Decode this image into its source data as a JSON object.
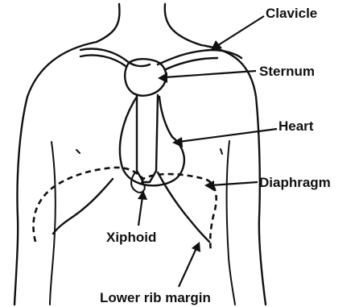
{
  "labels": {
    "clavicle": "Clavicle",
    "sternum": "Sternum",
    "heart": "Heart",
    "diaphragm": "Diaphragm",
    "xiphoid": "Xiphoid",
    "lower_rib_margin": "Lower rib margin"
  },
  "colors": {
    "ink": "#111111",
    "background": "#ffffff"
  }
}
